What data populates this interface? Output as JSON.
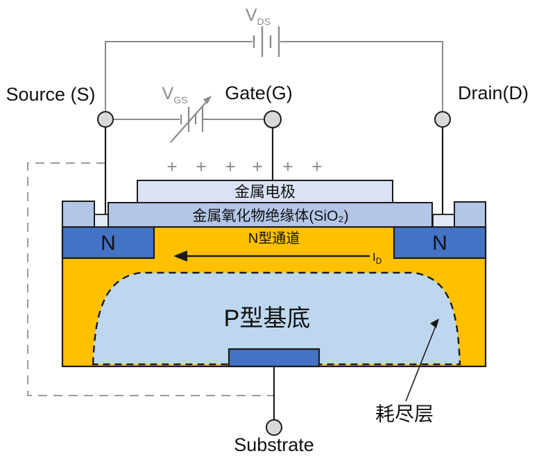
{
  "title": "MOSFET structure diagram (N-channel enhancement MOSFET with bias circuit)",
  "labels": {
    "source_terminal": "Source (S)",
    "gate_terminal": "Gate(G)",
    "drain_terminal": "Drain(D)",
    "substrate_terminal": "Substrate",
    "vds_main": "V",
    "vds_sub": "DS",
    "vgs_main": "V",
    "vgs_sub": "GS",
    "metal_electrode": "金属电极",
    "oxide_insulator": "金属氧化物绝缘体(SiO₂)",
    "n_region_left": "N",
    "n_region_right": "N",
    "n_channel": "N型通道",
    "drain_current_main": "I",
    "drain_current_sub": "D",
    "p_substrate": "P型基底",
    "depletion_layer": "耗尽层",
    "plus_sign": "+"
  },
  "colors": {
    "substrate_orange": "#FFC000",
    "n_region_blue": "#4472C4",
    "body_contact_blue": "#4472C4",
    "oxide_blue": "#B4C6E7",
    "contact_box_blue": "#B4C6E7",
    "electrode_lavender": "#DAE2F4",
    "contact_pad_light": "#E4E9F7",
    "depletion_light_blue": "#BDD7EE",
    "terminal_gray": "#D9D9D9",
    "wire_gray": "#8A8A8A",
    "dashed_loop_gray": "#9A9A9A",
    "wire_black": "#1A1A1A",
    "outline_black": "#1A1A1A",
    "text_black": "#111111"
  }
}
